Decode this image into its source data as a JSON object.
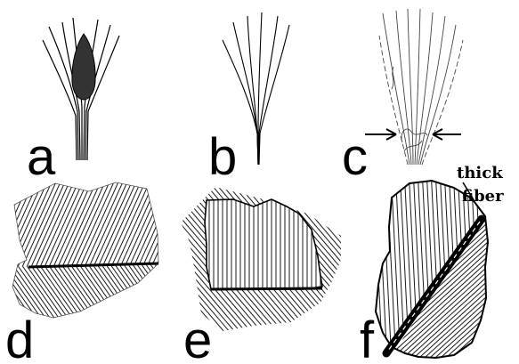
{
  "figure": {
    "panels": [
      {
        "letter": "a",
        "subject": "fiber-bundle-with-seed"
      },
      {
        "letter": "b",
        "subject": "fiber-bundle"
      },
      {
        "letter": "c",
        "subject": "frayed-fiber-bundle"
      },
      {
        "letter": "d",
        "subject": "herringbone-fiber-patch"
      },
      {
        "letter": "e",
        "subject": "patch-with-inset-fibers"
      },
      {
        "letter": "f",
        "subject": "patch-with-thick-fiber"
      }
    ],
    "annotation": {
      "line1": "thick",
      "line2": "fiber"
    },
    "colors": {
      "ink": "#000000",
      "seed": "#333333",
      "hatch": "#1a1a1a",
      "background": "#ffffff"
    }
  }
}
